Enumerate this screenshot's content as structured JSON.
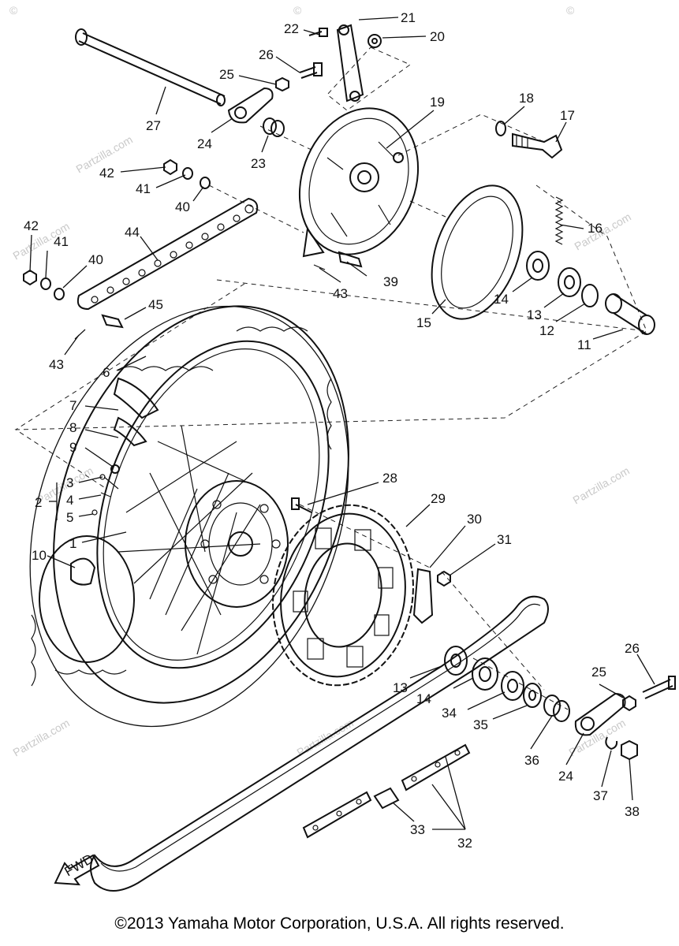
{
  "diagram": {
    "watermark_text": "Partzilla.com",
    "watermark_copyright_mark": "©",
    "fwd_label": "FWD",
    "copyright": "©2013 Yamaha Motor Corporation, U.S.A. All rights reserved.",
    "callouts": [
      "1",
      "2",
      "3",
      "4",
      "5",
      "6",
      "7",
      "8",
      "9",
      "10",
      "11",
      "12",
      "13",
      "14",
      "15",
      "16",
      "17",
      "18",
      "19",
      "20",
      "21",
      "22",
      "23",
      "24",
      "25",
      "26",
      "27",
      "28",
      "29",
      "30",
      "31",
      "32",
      "33",
      "34",
      "35",
      "36",
      "37",
      "38",
      "39",
      "40",
      "41",
      "42",
      "43",
      "44",
      "45"
    ]
  }
}
